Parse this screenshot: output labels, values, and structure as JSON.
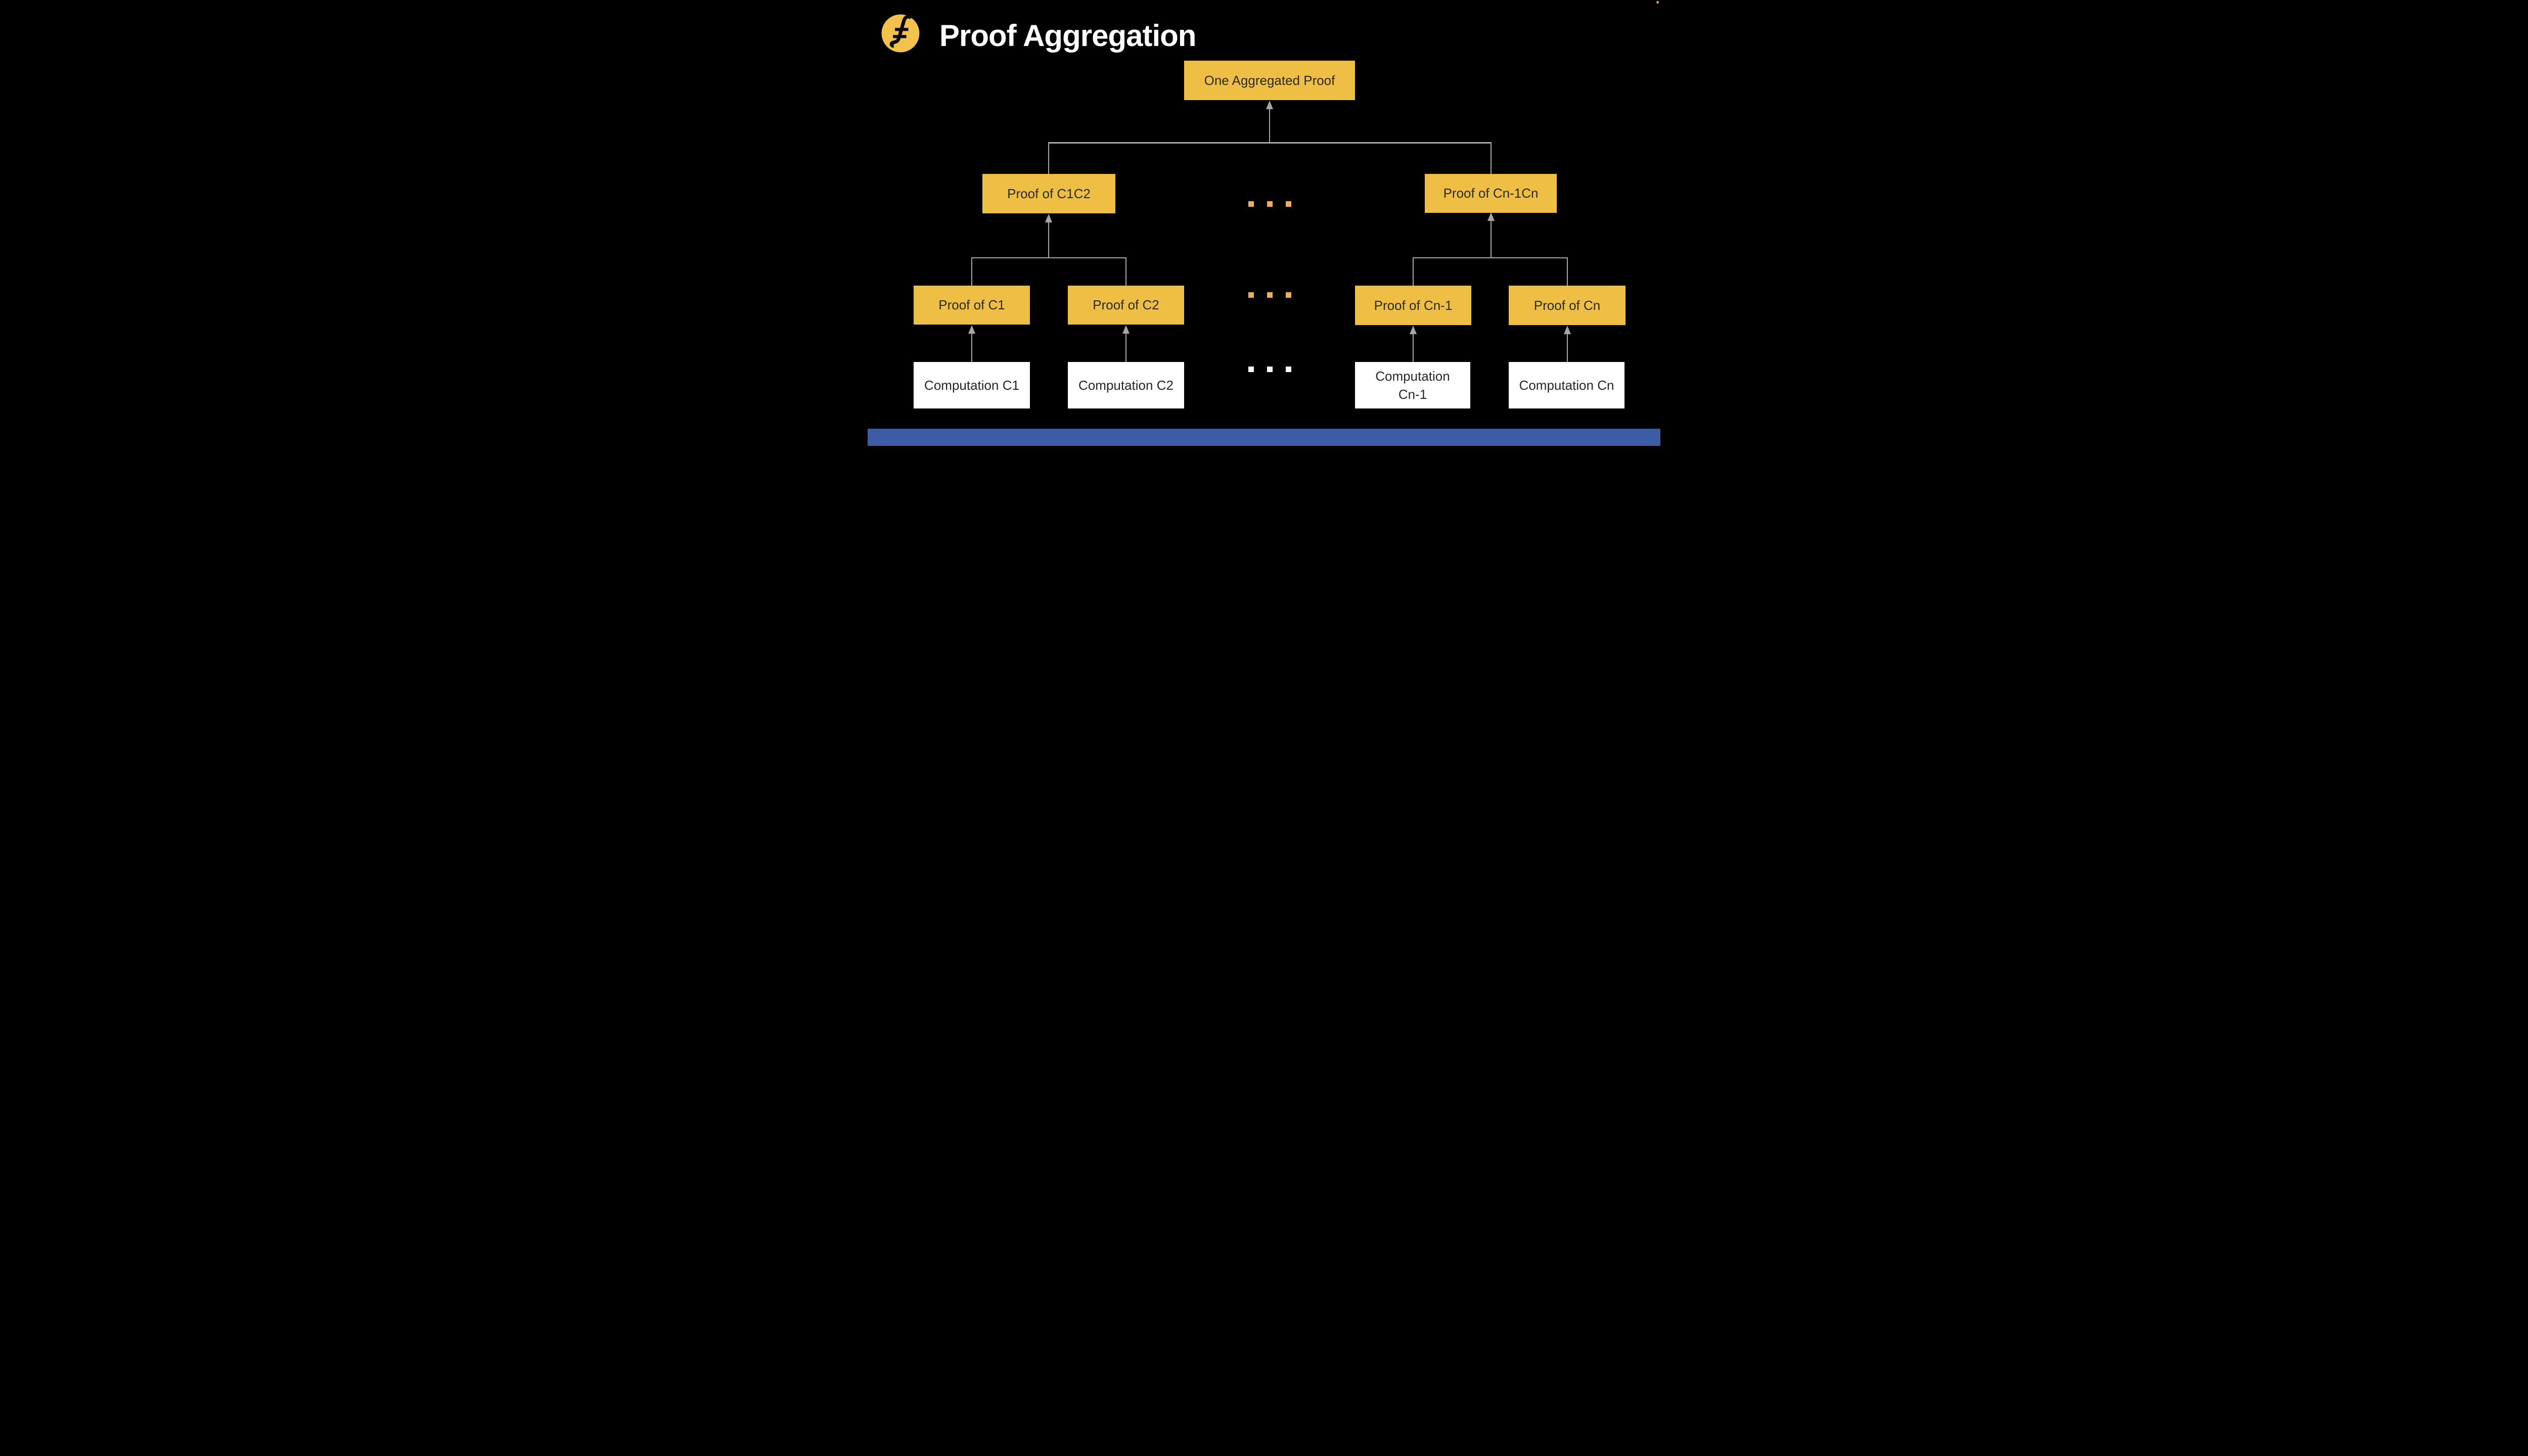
{
  "slide": {
    "title": "Proof Aggregation"
  },
  "logo": {
    "name": "filecoin-logo",
    "symbol": "f-with-double-crossbar"
  },
  "colors": {
    "background": "#000000",
    "box_yellow": "#EFBF45",
    "ellipsis_orange": "#F0AD5D",
    "box_white": "#FFFFFF",
    "text_dark": "#2B2B2B",
    "text_light": "#FFFFFF",
    "connector_gray": "#A6A6A6",
    "footer_blue": "#3D5CA6",
    "corner_dot_orange": "#ED9E3F"
  },
  "diagram": {
    "nodes": {
      "one_aggregated": {
        "label": "One Aggregated Proof",
        "type": "proof"
      },
      "proof_c1c2": {
        "label": "Proof of C1C2",
        "type": "proof"
      },
      "proof_cn1cn": {
        "label": "Proof of Cn-1Cn",
        "type": "proof"
      },
      "proof_c1": {
        "label": "Proof of C1",
        "type": "proof"
      },
      "proof_c2": {
        "label": "Proof of C2",
        "type": "proof"
      },
      "proof_cn1": {
        "label": "Proof of Cn-1",
        "type": "proof"
      },
      "proof_cn": {
        "label": "Proof of Cn",
        "type": "proof"
      },
      "comp_c1": {
        "label": "Computation C1",
        "type": "computation"
      },
      "comp_c2": {
        "label": "Computation C2",
        "type": "computation"
      },
      "comp_cn1": {
        "label": "Computation Cn-1",
        "type": "computation"
      },
      "comp_cn": {
        "label": "Computation Cn",
        "type": "computation"
      }
    },
    "ellipsis": {
      "rows": [
        {
          "color": "#F0AD5D",
          "count": 3
        },
        {
          "color": "#F0AD5D",
          "count": 3
        },
        {
          "color": "#FFFFFF",
          "count": 3
        }
      ]
    }
  }
}
